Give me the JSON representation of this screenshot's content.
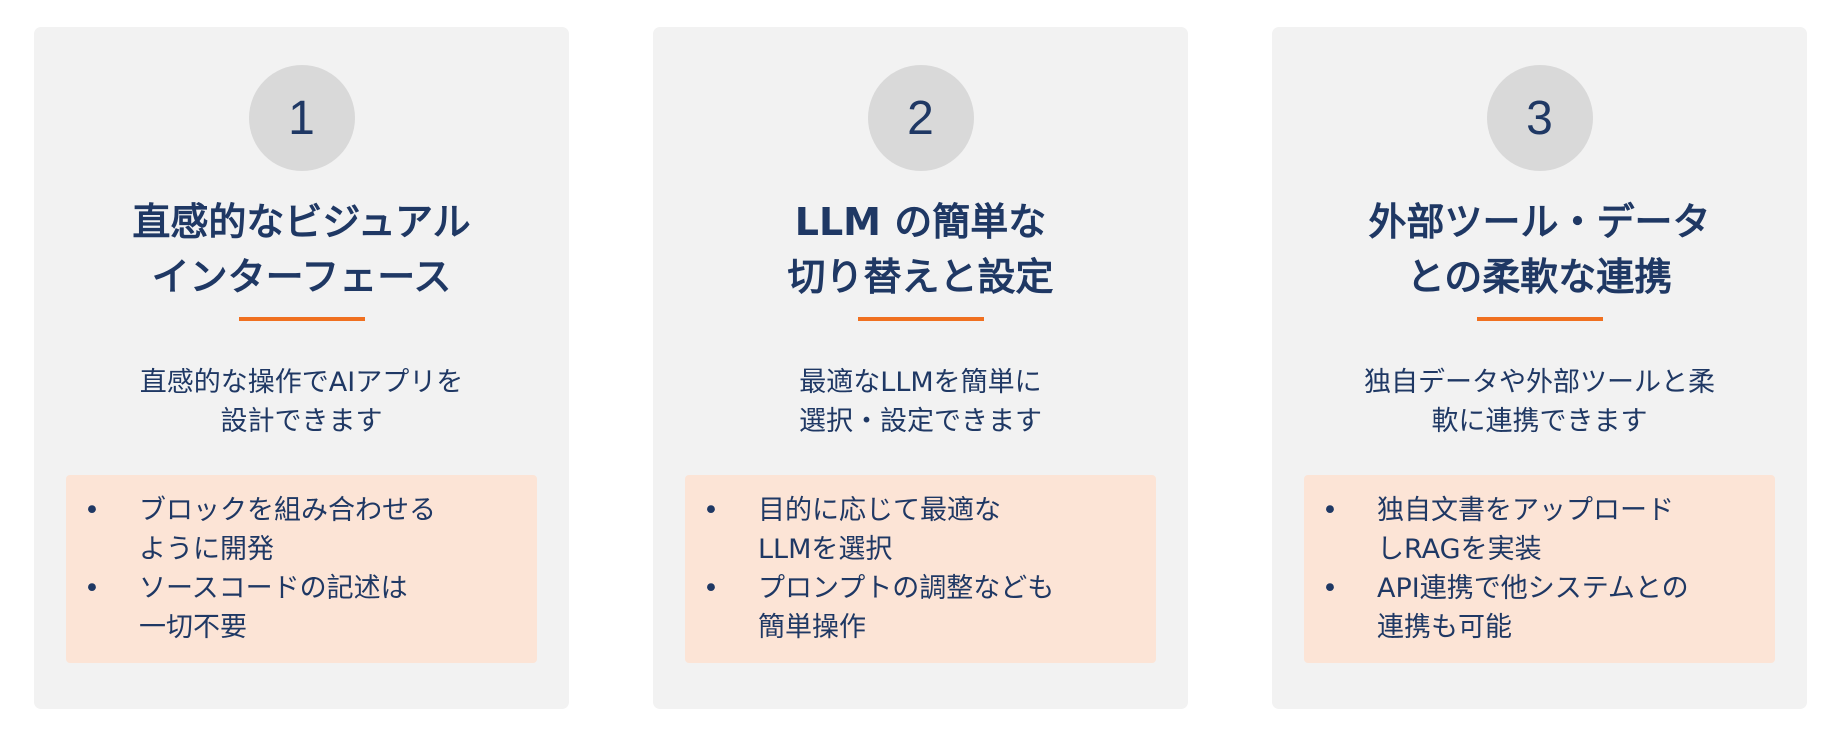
{
  "colors": {
    "navy": "#1f3864",
    "accent": "#f07020",
    "card": "#f2f2f2",
    "circle": "#d9d9d9",
    "box": "#fce4d6"
  },
  "cards": [
    {
      "number": "1",
      "title": [
        "直感的なビジュアル",
        "インターフェース"
      ],
      "description": [
        "直感的な操作でAIアプリを",
        "設計できます"
      ],
      "bullets": [
        [
          "ブロックを組み合わせる",
          "ように開発"
        ],
        [
          "ソースコードの記述は",
          "一切不要"
        ]
      ]
    },
    {
      "number": "2",
      "title": [
        "LLM の簡単な",
        "切り替えと設定"
      ],
      "description": [
        "最適なLLMを簡単に",
        "選択・設定できます"
      ],
      "bullets": [
        [
          "目的に応じて最適な",
          "LLMを選択"
        ],
        [
          "プロンプトの調整なども",
          "簡単操作"
        ]
      ]
    },
    {
      "number": "3",
      "title": [
        "外部ツール・データ",
        "との柔軟な連携"
      ],
      "description": [
        "独自データや外部ツールと柔",
        "軟に連携できます"
      ],
      "bullets": [
        [
          "独自文書をアップロード",
          "しRAGを実装"
        ],
        [
          "API連携で他システムとの",
          "連携も可能"
        ]
      ]
    }
  ],
  "bullet_symbol": "•"
}
